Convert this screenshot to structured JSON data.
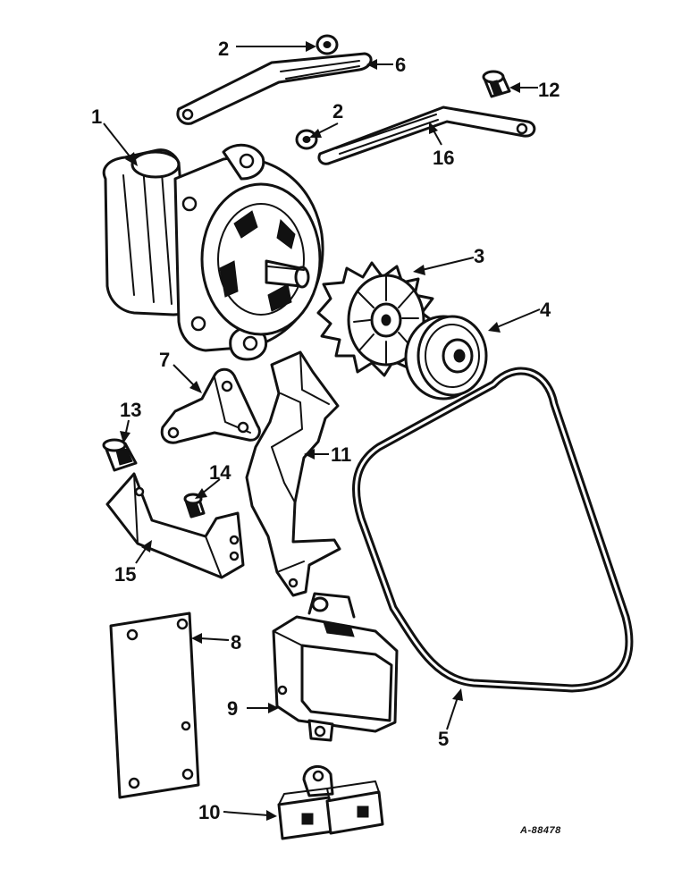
{
  "figure_id": "A-88478",
  "callouts": [
    {
      "id": "c1",
      "label": "1",
      "part": "alternator"
    },
    {
      "id": "c2a",
      "label": "2",
      "part": "washer-upper"
    },
    {
      "id": "c2b",
      "label": "2",
      "part": "washer-lower"
    },
    {
      "id": "c3",
      "label": "3",
      "part": "fan"
    },
    {
      "id": "c4",
      "label": "4",
      "part": "pulley"
    },
    {
      "id": "c5",
      "label": "5",
      "part": "v-belt"
    },
    {
      "id": "c6",
      "label": "6",
      "part": "adjusting-brace"
    },
    {
      "id": "c7",
      "label": "7",
      "part": "mounting-bracket"
    },
    {
      "id": "c8",
      "label": "8",
      "part": "mounting-plate"
    },
    {
      "id": "c9",
      "label": "9",
      "part": "voltage-regulator"
    },
    {
      "id": "c10",
      "label": "10",
      "part": "connector"
    },
    {
      "id": "c11",
      "label": "11",
      "part": "support-brace"
    },
    {
      "id": "c12",
      "label": "12",
      "part": "spacer-upper"
    },
    {
      "id": "c13",
      "label": "13",
      "part": "spacer-left"
    },
    {
      "id": "c14",
      "label": "14",
      "part": "spacer-small"
    },
    {
      "id": "c15",
      "label": "15",
      "part": "support-bracket"
    },
    {
      "id": "c16",
      "label": "16",
      "part": "slotted-brace"
    }
  ]
}
